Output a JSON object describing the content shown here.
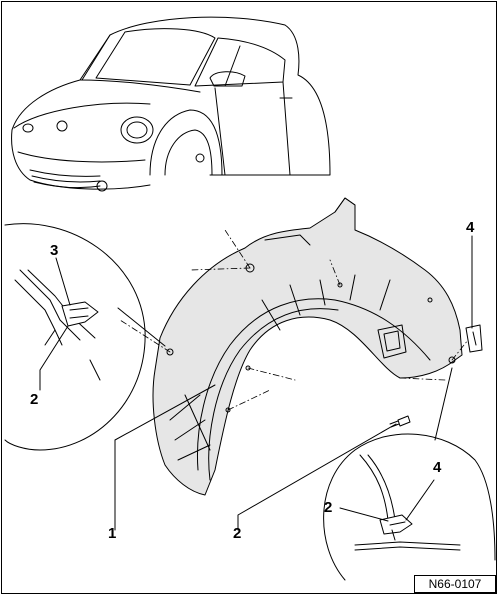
{
  "diagram": {
    "figure_code": "N66-0107",
    "callouts": [
      {
        "id": "c1",
        "text": "1"
      },
      {
        "id": "c2-left",
        "text": "2"
      },
      {
        "id": "c3",
        "text": "3"
      },
      {
        "id": "c2-center",
        "text": "2"
      },
      {
        "id": "c4-top",
        "text": "4"
      },
      {
        "id": "c2-right",
        "text": "2"
      },
      {
        "id": "c4-right",
        "text": "4"
      }
    ],
    "colors": {
      "line": "#000000",
      "liner_fill": "#e6e6e6",
      "background": "#ffffff"
    }
  }
}
